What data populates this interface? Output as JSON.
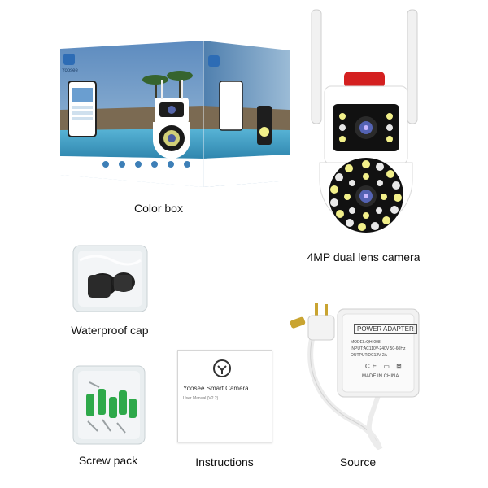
{
  "captions": {
    "color_box": "Color box",
    "camera": "4MP dual lens camera",
    "waterproof_cap": "Waterproof cap",
    "screw_pack": "Screw pack",
    "instructions": "Instructions",
    "source": "Source"
  },
  "box": {
    "brand": "Yoosee"
  },
  "manual": {
    "title": "Yoosee Smart Camera",
    "subtitle": "User Manual (V2.2)"
  },
  "adapter": {
    "label": "POWER ADAPTER",
    "model": "MODEL:QH-008",
    "input": "INPUT:AC110V-240V 50-60Hz",
    "output": "OUTPUT:DC12V 2A",
    "origin": "MADE IN CHINA"
  },
  "colors": {
    "sky": "#6f9cc8",
    "water": "#5fb6d6",
    "camera_red": "#d42020",
    "led_yellow": "#f2f08a"
  }
}
